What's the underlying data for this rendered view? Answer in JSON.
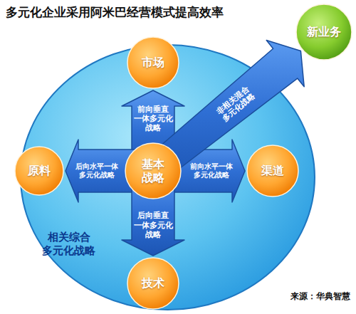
{
  "diagram": {
    "title": "多元化企业采用阿米巴经营模式提高效率",
    "nodes": [
      {
        "text": [
          "相关综合 多元化战略"
        ]
      },
      {
        "text": [
          "市场"
        ],
        "in": 0
      },
      {
        "text": [
          "原料"
        ],
        "in": 0
      },
      {
        "text": [
          "基本 战略"
        ],
        "in": 0
      },
      {
        "text": [
          "渠道"
        ],
        "in": 0
      },
      {
        "text": [
          "技术"
        ],
        "in": 0
      },
      {
        "text": [
          "新业务"
        ]
      }
    ],
    "edges": [
      {
        "from": 3,
        "to": 1,
        "arrow": "to",
        "label": "前向垂直 一体多元化战略"
      },
      {
        "from": 3,
        "to": 2,
        "arrow": "to",
        "label": "后向水平一体 多元化战略"
      },
      {
        "from": 3,
        "to": 4,
        "arrow": "to",
        "label": "前向水平一体 多元化战略"
      },
      {
        "from": 3,
        "to": 5,
        "arrow": "to",
        "label": "后向垂直 一体多元化战略"
      },
      {
        "from": 3,
        "to": 6,
        "arrow": "to",
        "label": "非相关混合 多元化战略"
      }
    ],
    "labels": [
      "来源：华典智慧"
    ]
  }
}
